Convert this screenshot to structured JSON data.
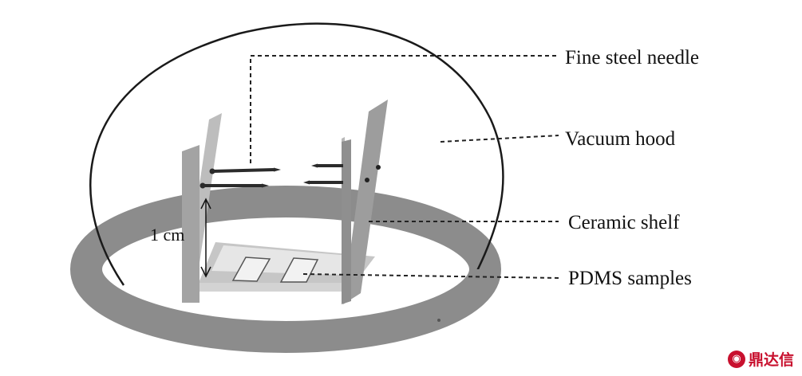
{
  "labels": {
    "needle": "Fine steel needle",
    "hood": "Vacuum hood",
    "shelf": "Ceramic shelf",
    "samples": "PDMS samples"
  },
  "dimension": "1 cm",
  "watermark": "鼎达信",
  "colors": {
    "ring": "#8c8c8c",
    "plate_front": "#9d9d9d",
    "plate_edge": "#bdbdbd",
    "base": "#c6c6c6",
    "needle": "#2b2b2b",
    "line": "#222222"
  }
}
